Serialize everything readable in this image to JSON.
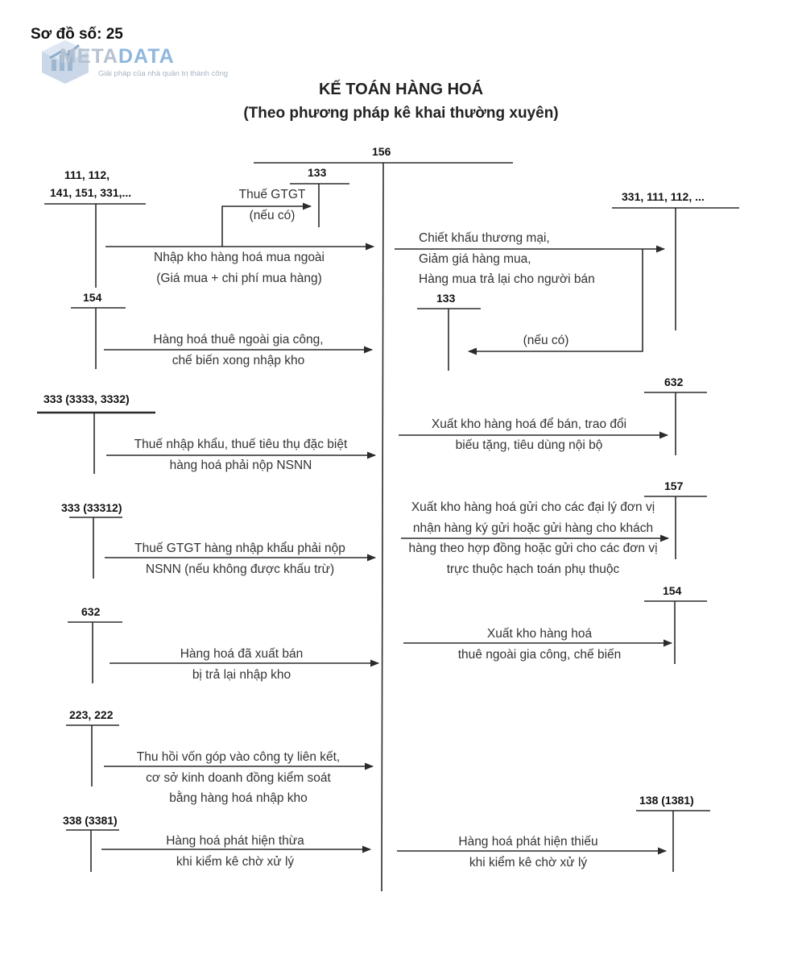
{
  "header": {
    "diagram_no": "Sơ đồ số: 25",
    "logo_name_part1": "META",
    "logo_name_part2": "DATA",
    "logo_tagline": "Giải pháp của nhà quản trị thành công",
    "title": "KẾ TOÁN HÀNG HOÁ",
    "subtitle": "(Theo phương pháp kê khai thường xuyên)"
  },
  "accounts": {
    "main": "156",
    "a111_line1": "111, 112,",
    "a111_line2": "141, 151, 331,...",
    "a133_top": "133",
    "a331": "331, 111, 112, ...",
    "a154_left": "154",
    "a133_right": "133",
    "a632_right": "632",
    "a3333": "333 (3333, 3332)",
    "a157": "157",
    "a33312": "333 (33312)",
    "a154_right": "154",
    "a632_left": "632",
    "a223": "223, 222",
    "a1381": "138 (1381)",
    "a3381": "338 (3381)"
  },
  "entries": {
    "vat_line1": "Thuế GTGT",
    "vat_line2": "(nếu có)",
    "purchase_line1": "Nhập  kho hàng hoá mua ngoài",
    "purchase_line2": "(Giá mua + chi phí mua hàng)",
    "discount_line1": "Chiết khấu thương mại,",
    "discount_line2": "Giảm giá hàng mua,",
    "discount_line3": "Hàng mua trả lại cho người bán",
    "discount_vat": "(nếu có)",
    "outsourced_in_line1": "Hàng hoá thuê ngoài gia công,",
    "outsourced_in_line2": "chế biến xong nhập kho",
    "issue_sale_line1": "Xuất kho hàng hoá để bán, trao đổi",
    "issue_sale_line2": "biếu tặng, tiêu dùng nội bộ",
    "import_tax_line1": "Thuế nhập khẩu, thuế tiêu thụ đặc biệt",
    "import_tax_line2": "hàng hoá phải nộp NSNN",
    "consign_line1": "Xuất kho hàng hoá gửi cho các đại lý đơn vị",
    "consign_line2": "nhận hàng ký gửi hoặc gửi hàng cho khách",
    "consign_line3": "hàng theo hợp đồng hoặc gửi cho các đơn vị",
    "consign_line4": "trực thuộc hạch toán phụ thuộc",
    "import_vat_line1": "Thuế GTGT hàng nhập khẩu phải nộp",
    "import_vat_line2": "NSNN (nếu không được khấu trừ)",
    "outsourced_out_line1": "Xuất kho hàng hoá",
    "outsourced_out_line2": "thuê ngoài gia công, chế biến",
    "returned_line1": "Hàng hoá đã xuất bán",
    "returned_line2": "bị trả lại nhập kho",
    "recover_line1": "Thu hồi vốn góp vào công ty liên kết,",
    "recover_line2": "cơ sở kinh doanh đồng kiểm soát",
    "recover_line3": "bằng hàng hoá nhập kho",
    "surplus_line1": "Hàng hoá phát hiện thừa",
    "surplus_line2": "khi kiểm kê chờ xử lý",
    "shortage_line1": "Hàng hoá phát hiện thiếu",
    "shortage_line2": "khi kiểm kê chờ xử lý"
  }
}
